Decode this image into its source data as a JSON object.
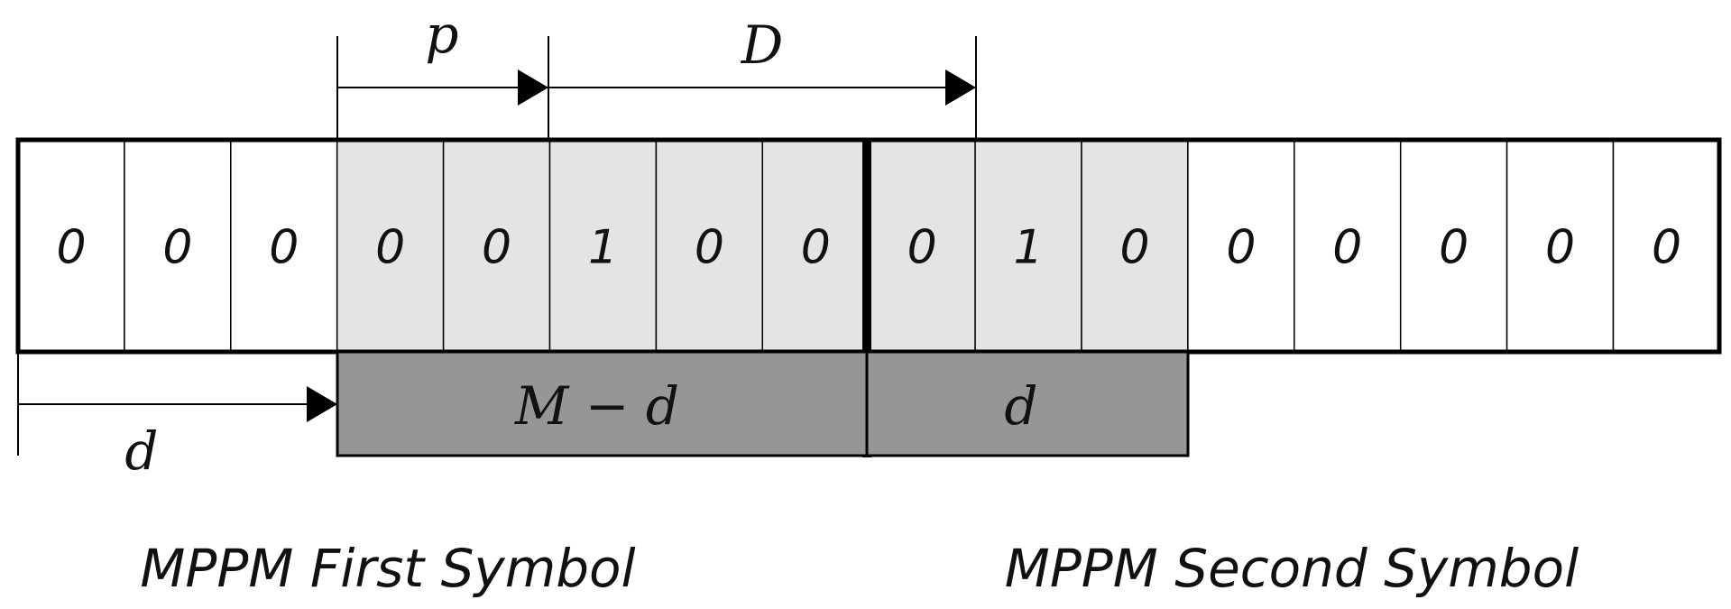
{
  "slots": [
    "0",
    "0",
    "0",
    "0",
    "0",
    "1",
    "0",
    "0",
    "0",
    "1",
    "0",
    "0",
    "0",
    "0",
    "0",
    "0"
  ],
  "shaded_slots": [
    3,
    4,
    5,
    6,
    7,
    8,
    9,
    10
  ],
  "labels": {
    "p": "p",
    "D": "D",
    "d_arrow": "d",
    "m_minus_d": "M − d",
    "d_box": "d"
  },
  "captions": {
    "first": "MPPM First Symbol",
    "second": "MPPM Second Symbol"
  },
  "colors": {
    "light_fill": "#e4e4e4",
    "dark_fill": "#969696",
    "stroke": "#000000"
  }
}
